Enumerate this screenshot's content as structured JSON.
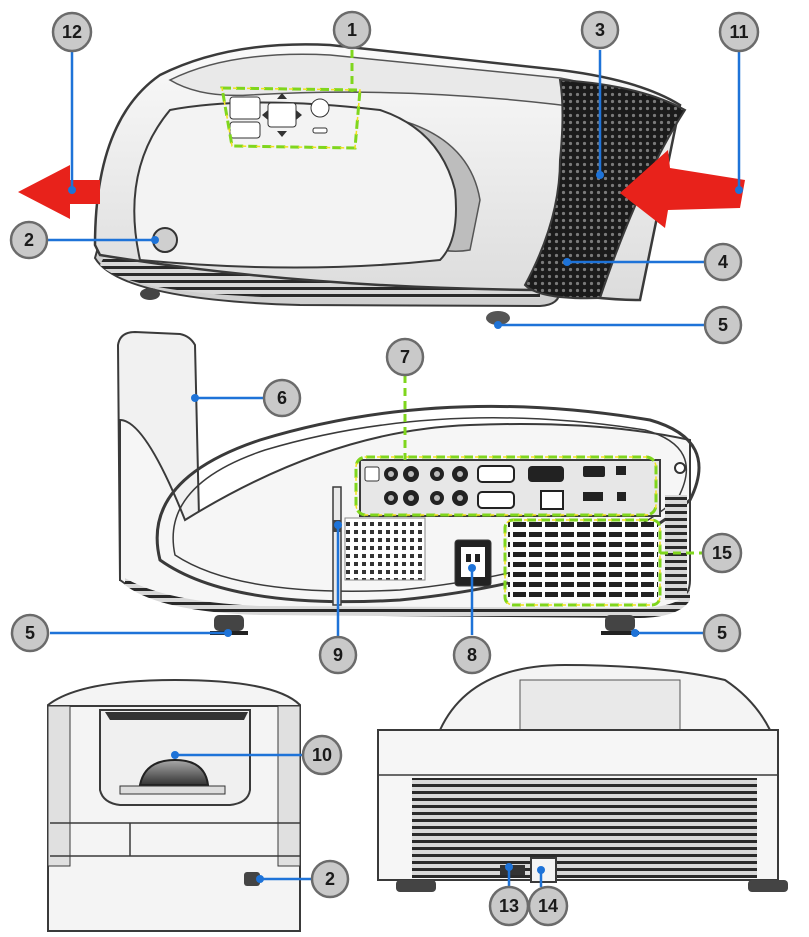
{
  "callouts": [
    {
      "id": "c1",
      "label": "1"
    },
    {
      "id": "c2a",
      "label": "2"
    },
    {
      "id": "c2b",
      "label": "2"
    },
    {
      "id": "c3",
      "label": "3"
    },
    {
      "id": "c4",
      "label": "4"
    },
    {
      "id": "c5a",
      "label": "5"
    },
    {
      "id": "c5b",
      "label": "5"
    },
    {
      "id": "c5c",
      "label": "5"
    },
    {
      "id": "c6",
      "label": "6"
    },
    {
      "id": "c7",
      "label": "7"
    },
    {
      "id": "c8",
      "label": "8"
    },
    {
      "id": "c9",
      "label": "9"
    },
    {
      "id": "c10",
      "label": "10"
    },
    {
      "id": "c11",
      "label": "11"
    },
    {
      "id": "c12",
      "label": "12"
    },
    {
      "id": "c13",
      "label": "13"
    },
    {
      "id": "c14",
      "label": "14"
    },
    {
      "id": "c15",
      "label": "15"
    }
  ],
  "colors": {
    "callout_fill": "#c9c9c9",
    "callout_stroke": "#6b6b6b",
    "leader_line": "#1e73d8",
    "highlight_dash": "#7fd61d",
    "highlight_dash_alt": "#f2e21a",
    "airflow_arrow": "#e8221b",
    "body_outline": "#3a3a3a",
    "body_fill": "#f4f4f4",
    "vent_dark": "#2a2a2a"
  }
}
